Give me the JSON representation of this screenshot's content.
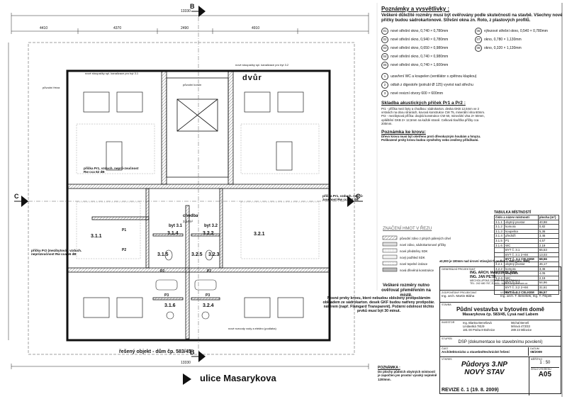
{
  "header": {
    "north_label": "dvůr",
    "street_label": "ulice Masarykova",
    "project_caption": "řešený objekt - dům čp. 583/45",
    "section_marker_b": "B",
    "section_marker_c": "C"
  },
  "dimensions": {
    "top_total": "13330",
    "top_parts": [
      "4410",
      "4370",
      "2490",
      "4910"
    ],
    "bottom_total": "13330"
  },
  "rooms": {
    "chodba": "chodba",
    "chodba_area": "3,64m²",
    "r_311": "3.1.1",
    "r_314": "3.1.4",
    "r_315": "3.1.5",
    "r_316": "3.1.6",
    "r_321": "3.2.1",
    "r_322": "3.2.2",
    "r_323": "3.2.3",
    "r_324": "3.2.4",
    "r_325": "3.2.5",
    "byt31": "byt 3.1",
    "byt32": "byt 3.2",
    "p1": "P1",
    "p2": "P2",
    "p3": "P3"
  },
  "plan_notes": {
    "note_pr1_left": "příčka Pr1, vzduch. neprů-zvučnost Rw cca 62 dB",
    "note_pr1_right": "příčka Pr1, vzduch. neprů-zvučnost Rw cca 62 dB",
    "note_pr2": "příčka Pr2 (mezibytová), vzduch. neprůzvučnost Rw cca 56 dB",
    "note_bottom": "Nosné prvky krovu, které nebudou obloženy protipožárním obkladem ze sádrokarton. desek GKF budou natřeny protipožár. nátěrem (např. Flamgard Transparent). Požární odolnost těchto prvků musí být 30 minut.",
    "note_measure": "Veškeré rozměry nutno ověřovat přeměřením na místě.",
    "note_small_1": "původní fréza",
    "note_small_2": "nové stoupačky spl. kanalizace pro byt 3.1",
    "note_small_3": "nové stoupačky spl. kanalizace pro byt 3.2",
    "note_small_4": "původní komín",
    "note_small_5": "nové rozvody vody a elektro (podlaha)"
  },
  "notes": {
    "title": "Poznámky a vysvětlivky :",
    "intro": "Veškeré důležité rozměry musí být ověřovány podle skutečnosti na stavbě. Všechny nové příčky budou sádrokartonové. Střešní okna zn. Roto, z plastových profilů.",
    "windows_left": [
      {
        "id": "01",
        "text": "nové střešní okno, 0,740 × 0,780mm"
      },
      {
        "id": "02",
        "text": "nové střešní okno, 0,940 × 0,780mm"
      },
      {
        "id": "03",
        "text": "nové střešní okno, 0,650 × 0,980mm"
      },
      {
        "id": "04",
        "text": "nové střešní okno, 0,740 × 0,980mm"
      },
      {
        "id": "05",
        "text": "nové střešní okno, 0,740 × 1,600mm"
      }
    ],
    "windows_right": [
      {
        "id": "06",
        "text": "výlezové střešní okno, 0,540 × 0,780mm"
      },
      {
        "id": "07",
        "text": "okno, 0,780 × 1,130mm"
      },
      {
        "id": "08",
        "text": "okno, 0,320 × 1,130mm"
      }
    ],
    "extra_items": [
      {
        "id": "1",
        "text": "uzavření WC a koupelen (ventilátor s zpětnou klapkou)"
      },
      {
        "id": "2",
        "text": "odtah z digestoře (potrubí Ø 125) vyvést nad střechu"
      },
      {
        "id": "3",
        "text": "nové revizní otvory 600 × 600mm"
      }
    ],
    "acoustic_title": "Skladba akustických příček Pr1 a Pr2 :",
    "acoustic_text": "Pr1 - příčka mezi byty a chodbou: sádrokarton. deska GKB 12,5mm ve 2 vrstvách na obou stranách, kovová konstrukce CW 75, minerální vlna 60mm. Pr2 - mezibytová příčka: dvojitá konstrukce CW 50, minerální vlna 2× 50mm, opláštění GKB 2× 12,5mm na každé straně. Celková tloušťka příčky cca 200mm.",
    "roof_title": "Poznámka ke krovu:",
    "roof_text": "Dřevo krovu musí být ošetřeno proti dřevokazným houbám a hmyzu. Poškozené prvky krovu budou vyměněny nebo zesíleny příložkami.",
    "legend_title": "ZNAČENÍ HMOT V ŘEZU",
    "legend_items": [
      "původní zdivo z plných pálených cihel",
      "nové zdivo, sádrokartonové příčky",
      "nové předstěny SDK",
      "nový podhled SDK",
      "nové tepelné izolace",
      "nová dřevěná konstrukce"
    ]
  },
  "area_table": {
    "title": "TABULKA MÍSTNOSTÍ",
    "headers": [
      "číslo a název místnosti",
      "plocha (m²)"
    ],
    "rows": [
      [
        "3.1.1",
        "obytný prostor",
        "40,98"
      ],
      [
        "3.1.2",
        "komora",
        "0,82"
      ],
      [
        "3.1.3",
        "koupelna",
        "5,36"
      ],
      [
        "3.1.4",
        "předsíň",
        "3,46"
      ],
      [
        "3.1.5",
        "P1",
        "4,57"
      ],
      [
        "3.1.6",
        "WC",
        "2,19"
      ],
      [
        "",
        "BYT č. 3.1",
        "55,53"
      ],
      [
        "",
        "BYT č. 3.1 2+KK",
        "13,03"
      ],
      [
        "",
        "BYT č. 3.1 CELKEM",
        "68,56"
      ],
      [
        "3.2.1",
        "obytný prostor",
        "46,17"
      ],
      [
        "3.2.2",
        "komora",
        "3,46"
      ],
      [
        "3.2.3",
        "koupelna",
        "4,05"
      ],
      [
        "3.2.4",
        "WC",
        "2,19"
      ],
      [
        "",
        "BYT č. 3.2",
        "54,96"
      ],
      [
        "",
        "BYT č. 3.2 2+KK",
        "31,61"
      ],
      [
        "",
        "BYT č. 3.2 CELKEM",
        "86,57"
      ]
    ],
    "footnote": "±0,000 je 100mm nad úrovní stávajících podlah v 2NP (pův. 3NP)"
  },
  "title_block": {
    "designer_label": "GENERÁLNÍ PROJEKTANT",
    "designer_name": "ING. ARCH. MARTIN BLÁHA",
    "designer_name2": "ING. JAN PETR",
    "designer_addr": "MECHOLUPSKÁ 1532/15, 110 00 PRAHA 1",
    "designer_tel": "TEL. 242 480 767, E-MAIL: blaha.mar@seznam.cz",
    "resp_label": "ZODPOVĚDNÝ PROJEKTANT",
    "resp_name": "Ing. arch. Martin Bláha",
    "drew_label": "VYPRACOVAL",
    "drew_name": "Ing. arch. T. Benešek, Ing. T. Filipek",
    "project_label": "STAVBA",
    "project_title": "Půdní vestavba v bytovém domě",
    "project_sub": "Masarykova čp. 583/45, Lysá nad Labem",
    "investor_label": "INVESTOR",
    "investor_1": "Ing. Blanka Benešová",
    "investor_1b": "Lindavská 781/9",
    "investor_1c": "181 00 Praha 8-Bohnice",
    "investor_2": "Michal Beneš",
    "investor_2b": "Mírová 473/33",
    "investor_2c": "289 23 Milovice",
    "stage_label": "STUPEŇ",
    "stage": "DSP (dokumentace ke stavebnímu povolení)",
    "part_label": "ČÁST",
    "part": "Architektonicko a stavebnětechnické řešení",
    "date_label": "DATUM",
    "date": "08/2009",
    "drawing_label": "VÝKRES",
    "drawing_title": "Půdorys 3.NP",
    "drawing_sub": "NOVÝ STAV",
    "scale_label": "MĚŘÍTKO",
    "scale": "1 : 50",
    "number_label": "ČÍSLO VÝKRESU",
    "number": "A05",
    "revision": "REVIZE č. 1 (19. 8. 2009)",
    "poznamka_title": "POZNÁMKA :",
    "poznamka_text": "Do plochy půdních obytných místností je započten jen prostor vysoký nejméně 1200mm."
  }
}
